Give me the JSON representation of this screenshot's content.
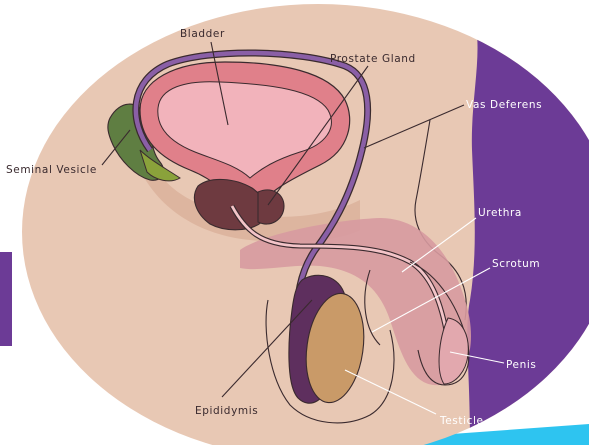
{
  "labels": {
    "bladder": "Bladder",
    "prostate": "Prostate Gland",
    "vas_deferens": "Vas Deferens",
    "seminal_vesicle": "Seminal Vesicle",
    "urethra": "Urethra",
    "scrotum": "Scrotum",
    "penis": "Penis",
    "epididymis": "Epididymis",
    "testicle": "Testicle"
  },
  "colors": {
    "background_disc": "#e8c8b4",
    "body_panel": "#6c3b96",
    "bladder_wall": "#e0808a",
    "bladder_inner": "#f2b3bb",
    "ducts": "#8a5fa6",
    "prostate": "#6e3a40",
    "seminal_vesicle": "#5f7e42",
    "urethra_band": "#d79aa0",
    "epididymis": "#5e2f5e",
    "testicle": "#c99a68",
    "accent_left_bar": "#6c3b96",
    "accent_bottom_bar": "#2ec4f0"
  }
}
